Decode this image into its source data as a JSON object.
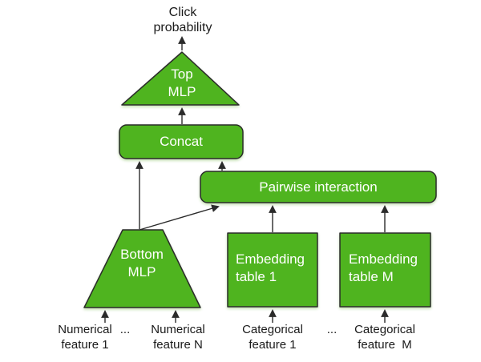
{
  "diagram": {
    "output_label": "Click\nprobability",
    "nodes": {
      "top_mlp": "Top\nMLP",
      "concat": "Concat",
      "pairwise_interaction": "Pairwise interaction",
      "bottom_mlp": "Bottom\nMLP",
      "embedding_table_1": "Embedding\ntable 1",
      "embedding_table_m": "Embedding\ntable M"
    },
    "inputs": {
      "numerical_1": "Numerical\nfeature 1",
      "dots_numerical": "...",
      "numerical_n": "Numerical\nfeature N",
      "categorical_1": "Categorical\nfeature 1",
      "dots_categorical": "...",
      "categorical_m": "Categorical\nfeature  M"
    },
    "colors": {
      "node_fill": "#4FB41F",
      "node_border": "#2b2b2b",
      "node_text": "#ffffff",
      "label_text": "#1a1a1a",
      "arrow": "#2b2b2b",
      "background": "#ffffff"
    }
  }
}
